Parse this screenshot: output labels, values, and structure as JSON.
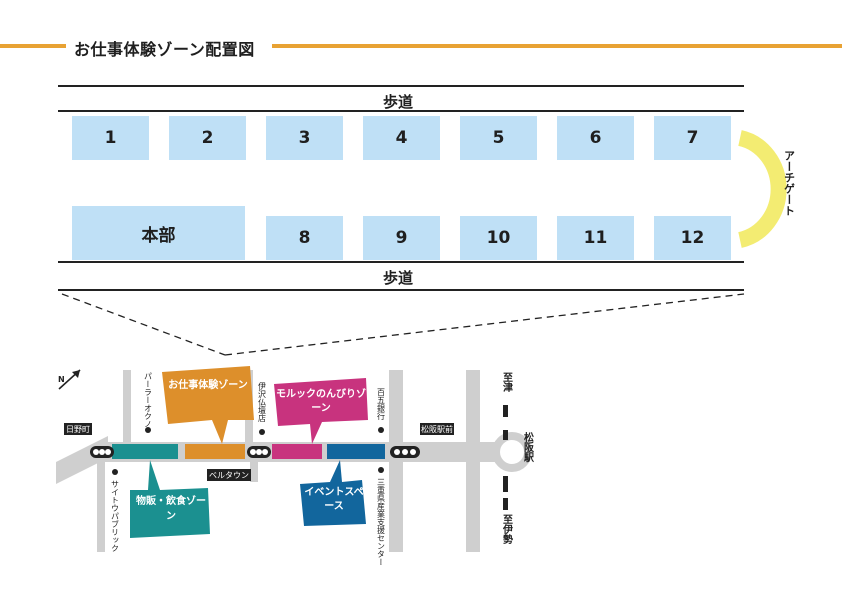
{
  "header": {
    "title": "お仕事体験ゾーン配置図"
  },
  "walkways": {
    "top": "歩道",
    "bottom": "歩道"
  },
  "booths_top": [
    "1",
    "2",
    "3",
    "4",
    "5",
    "6",
    "7"
  ],
  "booths_bottom": [
    "8",
    "9",
    "10",
    "11",
    "12"
  ],
  "headquarters": "本部",
  "arch_gate": "アーチゲート",
  "colors": {
    "header_line": "#e8a233",
    "booth": "#bfe0f6",
    "arch": "#f3ec72",
    "road": "#cfcfcf",
    "zone_teal": "#1b9090",
    "zone_orange": "#dd8f2b",
    "zone_magenta": "#c8337e",
    "zone_blue": "#12669d"
  },
  "map": {
    "zones": {
      "sales": "物販・飲食ゾーン",
      "work": "お仕事体験ゾーン",
      "morukku": "モルックのんびりゾーン",
      "event": "イベントスペース"
    },
    "landmarks": {
      "hino": "日野町",
      "parlor": "パーラーオクノ",
      "saito": "サイトウパブリック",
      "izawa": "伊沢仏壇店",
      "beru": "ベルタウン",
      "hyakugo": "百五銀行",
      "mie": "三重県産業支援センター",
      "matsusaka_ekimae": "松阪駅前",
      "matsusaka_station": "松阪駅",
      "to_tsu": "至津",
      "to_ise": "至伊勢"
    }
  }
}
